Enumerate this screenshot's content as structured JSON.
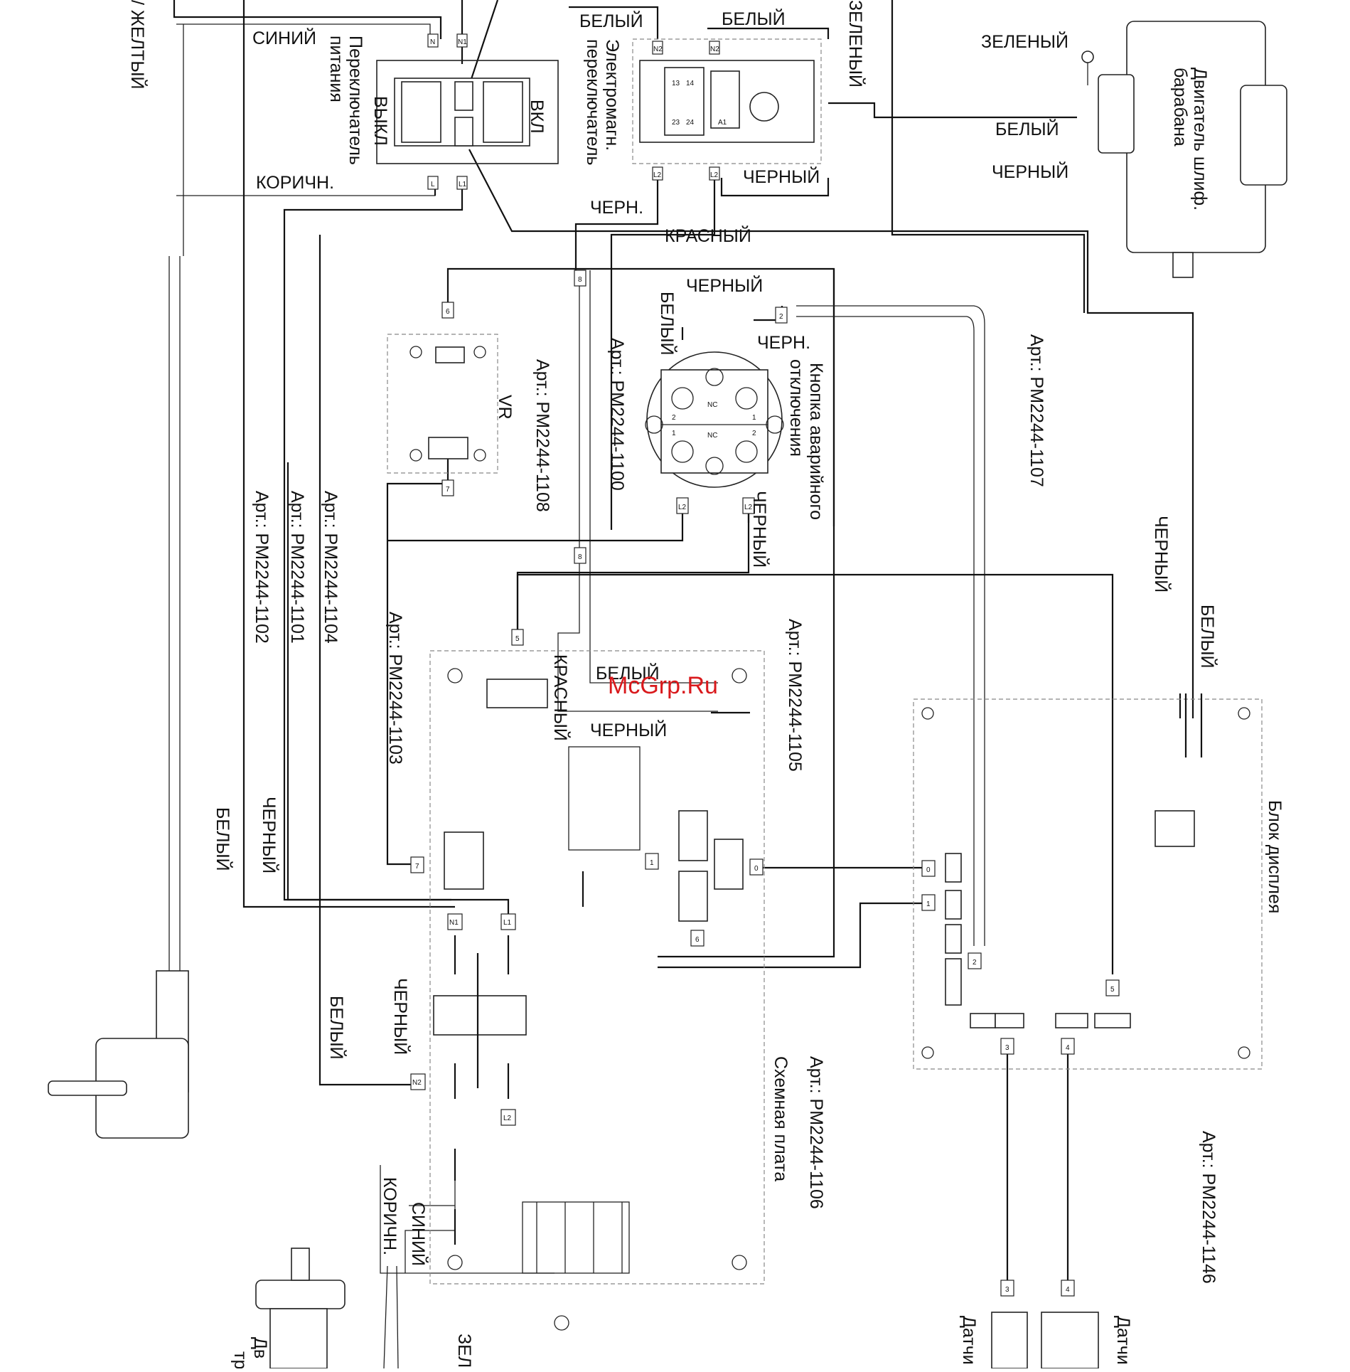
{
  "watermark": "McGrp.Ru",
  "labels": {
    "yellow_top": "/ ЖЕЛТЫЙ",
    "blue_top": "СИНИЙ",
    "power_switch_1": "Переключатель",
    "power_switch_2": "питания",
    "off": "ВЫКЛ",
    "on": "ВКЛ",
    "brown_top": "КОРИЧН.",
    "white_1": "БЕЛЫЙ",
    "white_2": "БЕЛЫЙ",
    "em_switch_1": "Электромагн.",
    "em_switch_2": "переключатель",
    "green_top": "ЗЕЛЕНЫЙ",
    "green_motor": "ЗЕЛЕНЫЙ",
    "white_motor": "БЕЛЫЙ",
    "black_motor": "ЧЕРНЫЙ",
    "black_em": "ЧЕРНЫЙ",
    "motor_1": "Двигатель шлиф.",
    "motor_2": "барабана",
    "black_short_1": "ЧЕРН.",
    "red_1": "КРАСНЫЙ",
    "black_emg_top": "ЧЕРНЫЙ",
    "white_emg": "БЕЛЫЙ",
    "black_short_2": "ЧЕРН.",
    "art_1100": "Арт.: PM2244-1100",
    "emg_1": "Кнопка аварийного",
    "emg_2": "отключения",
    "art_1107": "Арт.: PM2244-1107",
    "vr": "VR",
    "art_1108": "Арт.: PM2244-1108",
    "black_emg_bottom": "ЧЕРНЫЙ",
    "black_right": "ЧЕРНЫЙ",
    "white_right": "БЕЛЫЙ",
    "art_1102": "Арт.: PM2244-1102",
    "art_1101": "Арт.: PM2244-1101",
    "art_1104": "Арт.: PM2244-1104",
    "art_1103": "Арт.: PM2244-1103",
    "red_board": "КРАСНЫЙ",
    "white_board": "БЕЛЫЙ",
    "black_board": "ЧЕРНЫЙ",
    "art_1105": "Арт.: PM2244-1105",
    "display_unit": "Блок дисплея",
    "white_left": "БЕЛЫЙ",
    "black_left": "ЧЕРНЫЙ",
    "white_lower": "БЕЛЫЙ",
    "black_lower": "ЧЕРНЫЙ",
    "board_name": "Схемная плата",
    "art_1106": "Арт.: PM2244-1106",
    "art_1146": "Арт.: PM2244-1146",
    "brown_bottom": "КОРИЧН.",
    "blue_bottom": "СИНИЙ",
    "green_bottom": "ЗЕЛ",
    "motor2_1": "Дв",
    "motor2_2": "тр",
    "sensor_1": "Датчи",
    "sensor_2": "Датчи"
  },
  "tags": {
    "sw_n": "N",
    "sw_n1": "N1",
    "sw_l": "L",
    "sw_l1": "L1",
    "em_n2a": "N2",
    "em_n2b": "N2",
    "em_l2a": "L2",
    "em_l2b": "L2",
    "em_13": "13",
    "em_14": "14",
    "em_23": "23",
    "em_24": "24",
    "em_a1": "A1",
    "c8_top": "8",
    "c8_mid": "8",
    "c6_vr": "6",
    "c7_vr": "7",
    "c2_emg": "2",
    "emg_l2a": "L2",
    "emg_l2b": "L2",
    "nc_a": "NC",
    "nc_b": "NC",
    "t1_a": "1",
    "t2_a": "2",
    "t1_b": "1",
    "t2_b": "2",
    "c5_board": "5",
    "c7_board": "7",
    "c1_board": "1",
    "c0_board": "0",
    "c6_board": "6",
    "n1_board": "N1",
    "l1_board": "L1",
    "n2_board": "N2",
    "l2_board": "L2",
    "d0": "0",
    "d1": "1",
    "d2": "2",
    "d3": "3",
    "d4": "4",
    "d5": "5",
    "s3": "3",
    "s4": "4"
  }
}
